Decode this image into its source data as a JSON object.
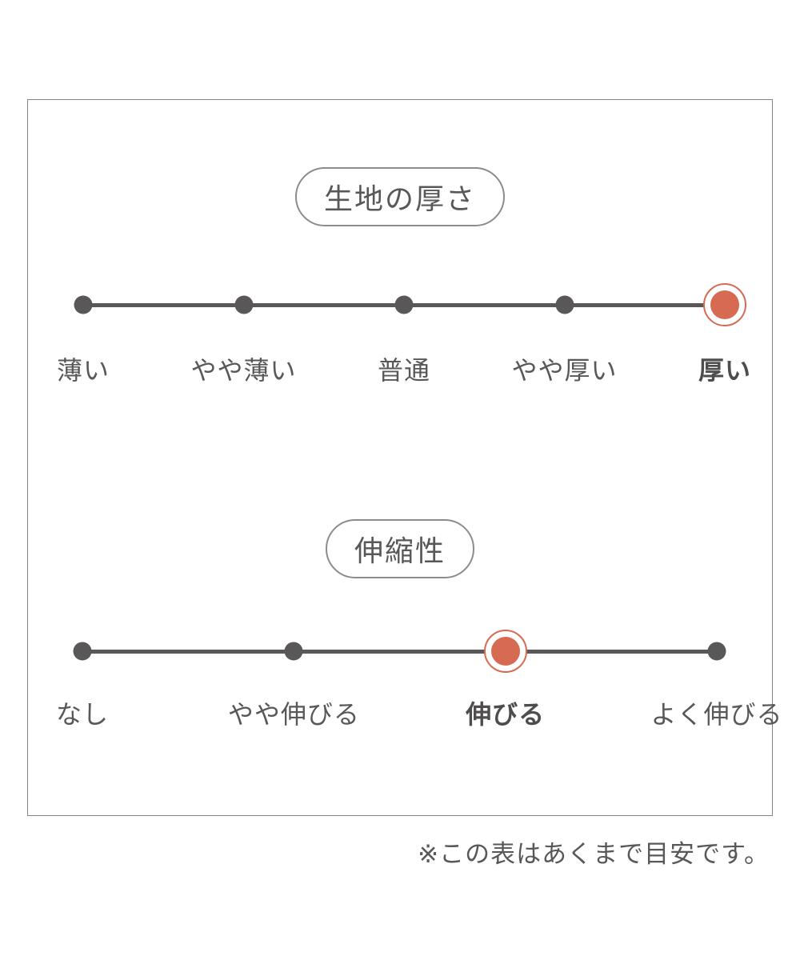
{
  "colors": {
    "accent": "#d66a52",
    "ink": "#595757",
    "panel_border": "#858585"
  },
  "chart_data": [
    {
      "type": "rating-scale",
      "title": "生地の厚さ",
      "categories": [
        "薄い",
        "やや薄い",
        "普通",
        "やや厚い",
        "厚い"
      ],
      "selected": "厚い",
      "selected_index": 4,
      "levels": 5
    },
    {
      "type": "rating-scale",
      "title": "伸縮性",
      "categories": [
        "なし",
        "やや伸びる",
        "伸びる",
        "よく伸びる"
      ],
      "selected": "伸びる",
      "selected_index": 2,
      "levels": 4
    }
  ],
  "thickness": {
    "title": "生地の厚さ",
    "labels": [
      "薄い",
      "やや薄い",
      "普通",
      "やや厚い",
      "厚い"
    ],
    "selected": "厚い"
  },
  "stretch": {
    "title": "伸縮性",
    "labels": [
      "なし",
      "やや伸びる",
      "伸びる",
      "よく伸びる"
    ],
    "selected": "伸びる"
  },
  "note": "※この表はあくまで目安です。"
}
